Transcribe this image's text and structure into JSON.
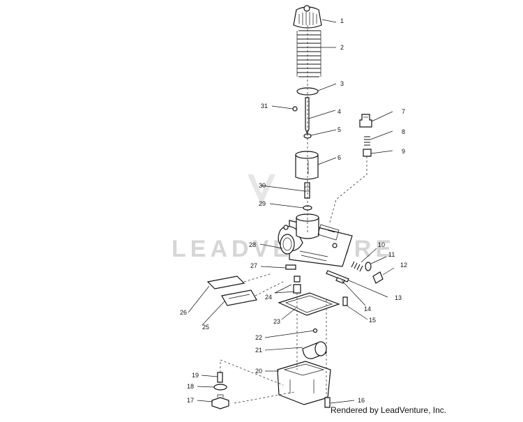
{
  "diagram": {
    "watermark": "LEADVENTURE",
    "credit": "Rendered by LeadVenture, Inc.",
    "callouts": [
      "1",
      "2",
      "3",
      "4",
      "5",
      "6",
      "7",
      "8",
      "9",
      "10",
      "11",
      "12",
      "13",
      "14",
      "15",
      "16",
      "17",
      "18",
      "19",
      "20",
      "21",
      "22",
      "23",
      "24",
      "25",
      "26",
      "27",
      "28",
      "29",
      "30",
      "31"
    ]
  }
}
